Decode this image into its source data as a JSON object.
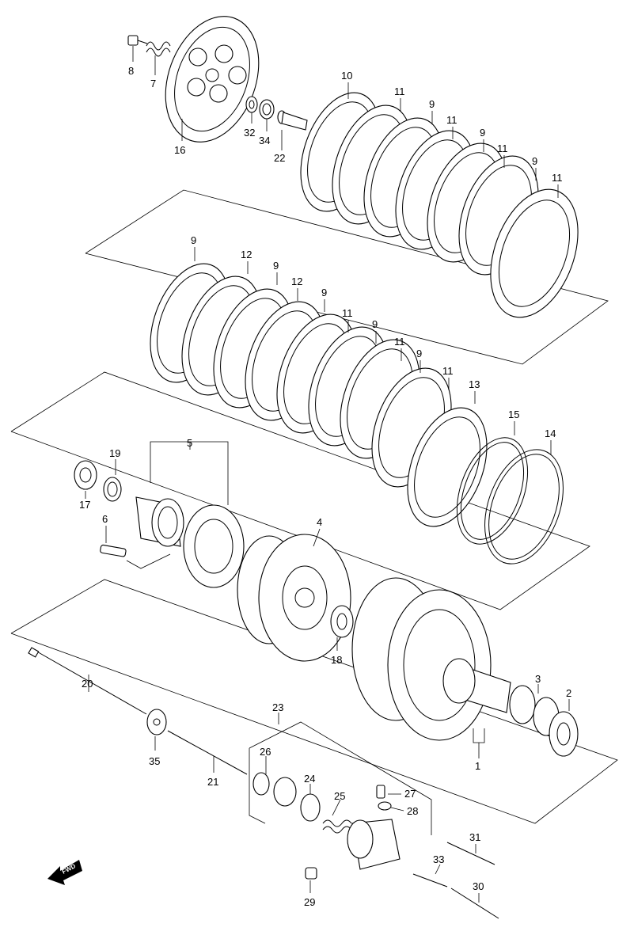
{
  "diagram": {
    "callouts": [
      "1",
      "2",
      "3",
      "4",
      "5",
      "6",
      "7",
      "8",
      "9",
      "10",
      "11",
      "12",
      "13",
      "14",
      "15",
      "16",
      "17",
      "18",
      "19",
      "20",
      "21",
      "22",
      "23",
      "24",
      "25",
      "26",
      "27",
      "28",
      "29",
      "30",
      "31",
      "32",
      "33",
      "34",
      "35"
    ],
    "fwd_label": "FWD"
  }
}
